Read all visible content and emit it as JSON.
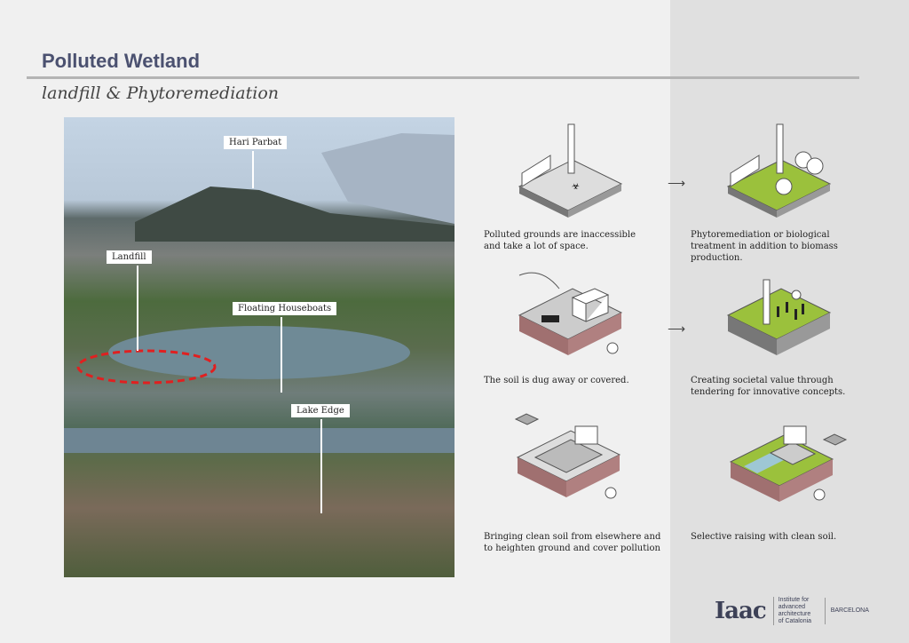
{
  "title": "Polluted Wetland",
  "subtitle": "landfill  & Phytoremediation",
  "photo": {
    "labels": {
      "hari": "Hari Parbat",
      "landfill": "Landfill",
      "houseboats": "Floating Houseboats",
      "lake": "Lake Edge"
    }
  },
  "steps": [
    {
      "caption": "Polluted grounds are inaccessible and take a lot of space."
    },
    {
      "caption": "Phytoremediation or biological treatment in addition to biomass production."
    },
    {
      "caption": "The soil is dug away or covered."
    },
    {
      "caption": "Creating societal value through tendering for innovative concepts."
    },
    {
      "caption": "Bringing clean soil from elsewhere and to heighten ground and cover pollution"
    },
    {
      "caption": "Selective raising with clean soil."
    }
  ],
  "logo": {
    "mark": "Iaac",
    "text": "Institute for advanced architecture of Catalonia",
    "city": "BARCELONA"
  },
  "colors": {
    "title": "#4b5170",
    "green": "#9bc13c",
    "highlight": "#e02020"
  }
}
